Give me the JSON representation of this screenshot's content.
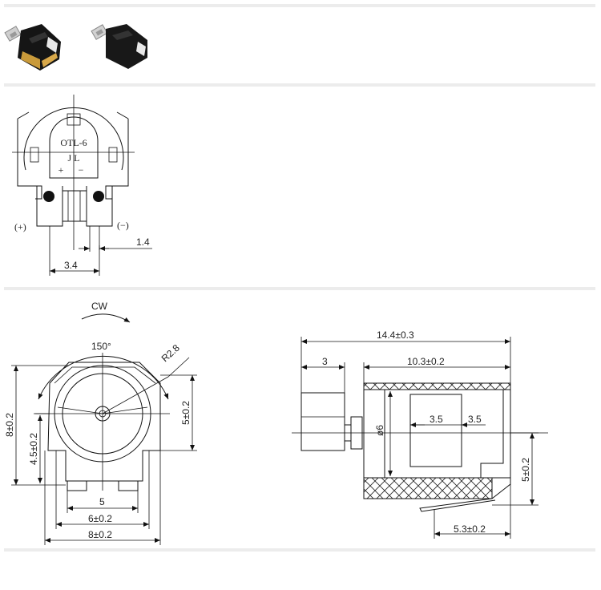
{
  "top_view": {
    "model": "OTL-6",
    "mark": "J L",
    "plus": "+",
    "minus": "−",
    "pos_terminal": "(+)",
    "neg_terminal": "(−)",
    "dim_pin_width": "1.4",
    "dim_pin_pitch": "3.4"
  },
  "front_view": {
    "rotation": "CW",
    "angle": "150°",
    "radius": "R2.8",
    "dim_height_total": "8±0.2",
    "dim_height_axis": "4.5±0.2",
    "dim_height_right": "5±0.2",
    "dim_pad_spacing": "5",
    "dim_base_width": "6±0.2",
    "dim_total_width": "8±0.2"
  },
  "side_view": {
    "dim_total_length": "14.4±0.3",
    "dim_shaft_length": "3",
    "dim_body_length": "10.3±0.2",
    "dim_diameter": "ø6",
    "dim_inner_left": "3.5",
    "dim_inner_right": "3.5",
    "dim_axis_height": "5±0.2",
    "dim_terminal_offset": "5.3±0.2"
  }
}
